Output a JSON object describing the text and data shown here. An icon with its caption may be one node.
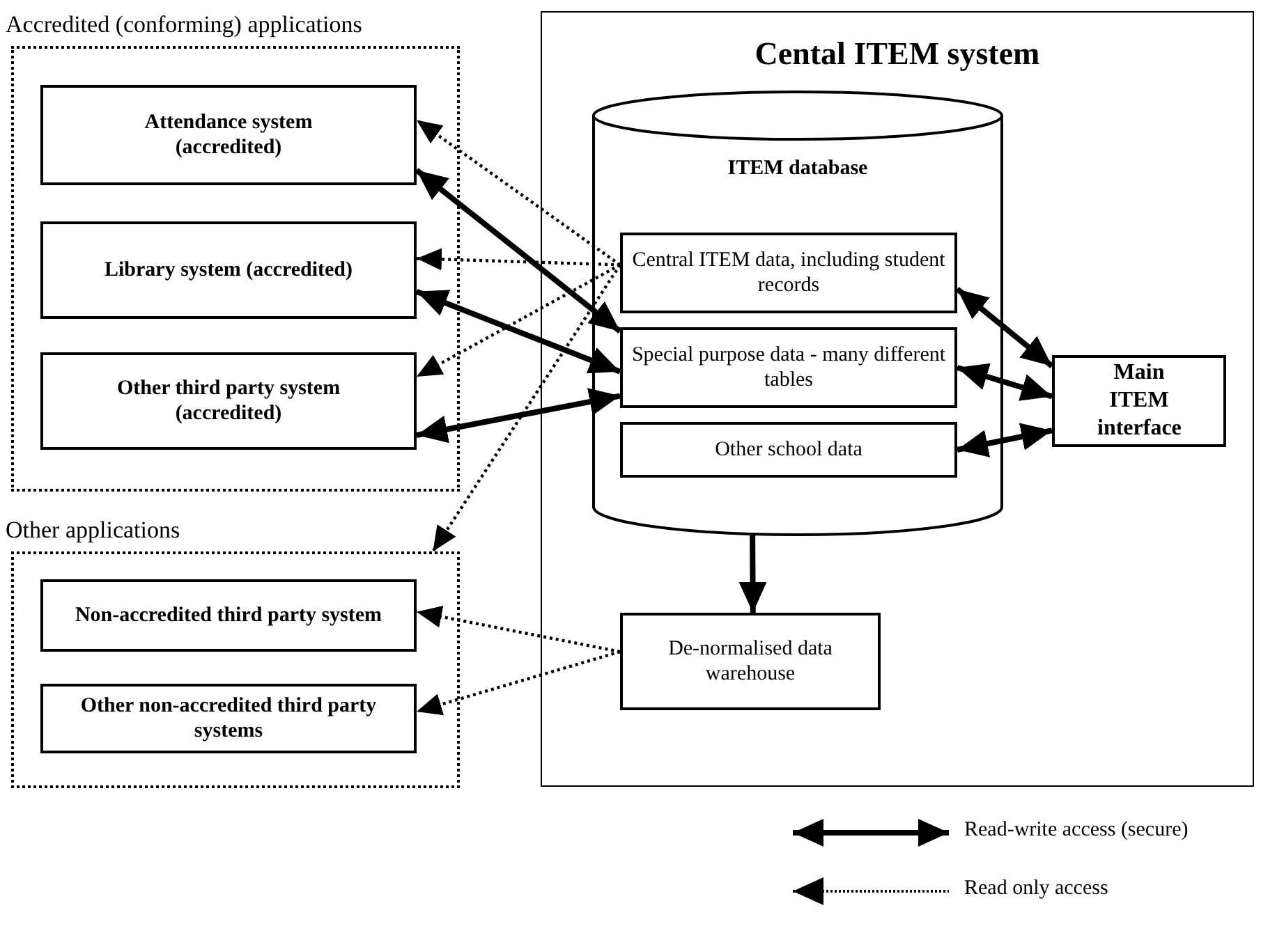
{
  "diagram": {
    "nodes": [
      {
        "text": [
          "Accredited (conforming) applications"
        ]
      },
      {
        "text": [
          "Attendance system (accredited)"
        ],
        "in": 0
      },
      {
        "text": [
          "Library system (accredited)"
        ],
        "in": 0
      },
      {
        "text": [
          "Other third party system (accredited)"
        ],
        "in": 0
      },
      {
        "text": [
          "Other applications"
        ]
      },
      {
        "text": [
          "Non-accredited third party system"
        ],
        "in": 4
      },
      {
        "text": [
          "Other non-accredited third party systems"
        ],
        "in": 4
      },
      {
        "text": [
          "Cental ITEM system"
        ]
      },
      {
        "text": [
          "ITEM database"
        ],
        "in": 7
      },
      {
        "text": [
          "Central ITEM data, including student records"
        ],
        "in": 8
      },
      {
        "text": [
          "Special purpose data - many different tables"
        ],
        "in": 8
      },
      {
        "text": [
          "Other school data"
        ],
        "in": 8
      },
      {
        "text": [
          "Main ITEM interface"
        ],
        "in": 7
      },
      {
        "text": [
          "De-normalised data warehouse"
        ],
        "in": 7
      }
    ],
    "edges": [
      {
        "from": 9,
        "to": 1,
        "arrow": "to",
        "style": "dashed"
      },
      {
        "from": 9,
        "to": 2,
        "arrow": "to",
        "style": "dashed"
      },
      {
        "from": 9,
        "to": 3,
        "arrow": "to",
        "style": "dashed"
      },
      {
        "from": 9,
        "to": 4,
        "arrow": "to",
        "style": "dashed"
      },
      {
        "from": 1,
        "to": 10,
        "arrow": "both"
      },
      {
        "from": 2,
        "to": 10,
        "arrow": "both"
      },
      {
        "from": 3,
        "to": 10,
        "arrow": "both"
      },
      {
        "from": 9,
        "to": 12,
        "arrow": "both"
      },
      {
        "from": 10,
        "to": 12,
        "arrow": "both"
      },
      {
        "from": 11,
        "to": 12,
        "arrow": "both"
      },
      {
        "from": 8,
        "to": 13,
        "arrow": "to"
      },
      {
        "from": 13,
        "to": 5,
        "arrow": "to",
        "style": "dashed"
      },
      {
        "from": 13,
        "to": 6,
        "arrow": "to",
        "style": "dashed"
      }
    ],
    "legend": [
      {
        "text": "Read-write access (secure)"
      },
      {
        "text": "Read only access"
      }
    ]
  }
}
